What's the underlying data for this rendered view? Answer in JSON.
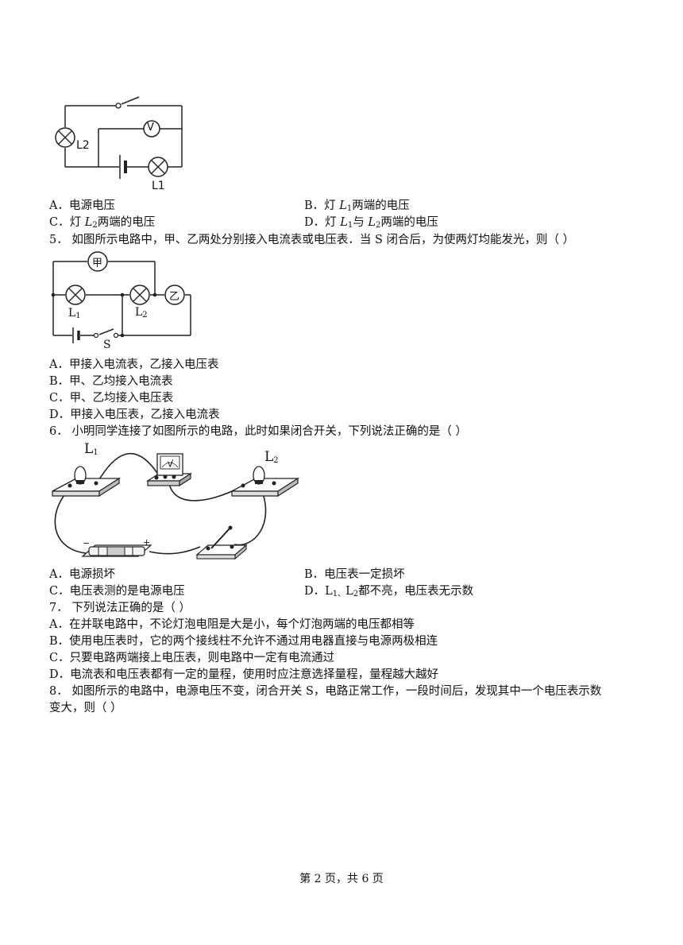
{
  "q4": {
    "diagram_labels": {
      "l2": "L2",
      "l1": "L1",
      "voltmeter": "V"
    },
    "options": {
      "A": "A．电源电压",
      "B_prefix": "B．灯 ",
      "B_lamp": "L",
      "B_sub": "1",
      "B_suffix": "两端的电压",
      "C_prefix": "C．灯 ",
      "C_lamp": "L",
      "C_sub": "2",
      "C_suffix": "两端的电压",
      "D_prefix": "D．灯 ",
      "D_lamp1": "L",
      "D_sub1": "1",
      "D_mid": "与 ",
      "D_lamp2": "L",
      "D_sub2": "2",
      "D_suffix": "两端的电压"
    }
  },
  "q5": {
    "stem": "5．  如图所示电路中，甲、乙两处分别接入电流表或电压表．当 S 闭合后，为使两灯均能发光，则（          ）",
    "diagram_labels": {
      "jia": "甲",
      "yi": "乙",
      "l1": "L",
      "l1_sub": "1",
      "l2": "L",
      "l2_sub": "2",
      "s": "S"
    },
    "options": {
      "A": "A．甲接入电流表，乙接入电压表",
      "B": "B．甲、乙均接入电流表",
      "C": "C．甲、乙均接入电压表",
      "D": "D．甲接入电压表，乙接入电流表"
    }
  },
  "q6": {
    "stem": "6．  小明同学连接了如图所示的电路，此时如果闭合开关，下列说法正确的是（          ）",
    "diagram_labels": {
      "l1": "L",
      "l1_sub": "1",
      "l2": "L",
      "l2_sub": "2",
      "minus": "−",
      "plus": "+",
      "meter": "V"
    },
    "options": {
      "A": "A．电源损坏",
      "B": "B．电压表一定损坏",
      "C": "C．电压表测的是电源电压",
      "D_prefix": "D．L",
      "D_sub1": "1、",
      "D_mid": "L",
      "D_sub2": "2",
      "D_suffix": "都不亮，电压表无示数"
    }
  },
  "q7": {
    "stem": "7．  下列说法正确的是（          ）",
    "options": {
      "A": "A．在并联电路中，不论灯泡电阻是大是小，每个灯泡两端的电压都相等",
      "B": "B．使用电压表时，它的两个接线柱不允许不通过用电器直接与电源两极相连",
      "C": "C．只要电路两端接上电压表，则电路中一定有电流通过",
      "D": "D．电流表和电压表都有一定的量程，使用时应注意选择量程，量程越大越好"
    }
  },
  "q8": {
    "stem_line1": "8．  如图所示的电路中，电源电压不变，闭合开关 S，电路正常工作，一段时间后，发现其中一个电压表示数",
    "stem_line2": "变大，则（          ）"
  },
  "footer": "第 2 页，共 6 页"
}
